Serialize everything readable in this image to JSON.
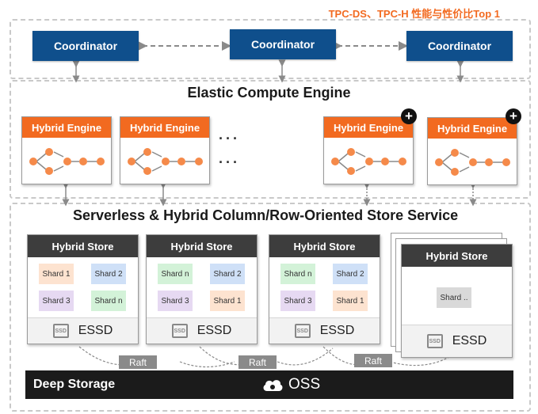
{
  "top_note": "TPC-DS、TPC-H 性能与性价比Top 1",
  "coordinators": [
    {
      "label": "Coordinator"
    },
    {
      "label": "Coordinator"
    },
    {
      "label": "Coordinator"
    }
  ],
  "compute": {
    "title": "Elastic Compute Engine",
    "engines": [
      {
        "label": "Hybrid Engine"
      },
      {
        "label": "Hybrid Engine"
      },
      {
        "label": "Hybrid Engine"
      },
      {
        "label": "Hybrid Engine"
      }
    ],
    "ellipsis": "···",
    "ellipsis2": "···",
    "add_symbol": "+"
  },
  "storage": {
    "title": "Serverless & Hybrid Column/Row-Oriented Store Service",
    "stores": [
      {
        "label": "Hybrid Store",
        "shards": [
          "Shard 1",
          "Shard 2",
          "Shard 3",
          "Shard n"
        ],
        "essd": "ESSD"
      },
      {
        "label": "Hybrid Store",
        "shards": [
          "Shard n",
          "Shard 2",
          "Shard 3",
          "Shard 1"
        ],
        "essd": "ESSD"
      },
      {
        "label": "Hybrid Store",
        "shards": [
          "Shard n",
          "Shard 2",
          "Shard 3",
          "Shard 1"
        ],
        "essd": "ESSD"
      },
      {
        "label": "Hybrid Store",
        "shards": [
          "Shard .."
        ],
        "essd": "ESSD"
      }
    ],
    "essd_icon_text": "SSD",
    "raft_labels": [
      "Raft",
      "Raft",
      "Raft"
    ]
  },
  "deep_storage": {
    "label": "Deep Storage",
    "oss": "OSS"
  },
  "colors": {
    "coordinator": "#0f4f8c",
    "engine_header": "#f26a20",
    "store_header": "#3d3d3d",
    "shard_orange": "#fde3d0",
    "shard_blue": "#cfe0f7",
    "shard_purple": "#e6d9f2",
    "shard_green": "#d3f2d8",
    "shard_gray": "#d9d9d9",
    "deep_storage": "#1b1b1b"
  }
}
